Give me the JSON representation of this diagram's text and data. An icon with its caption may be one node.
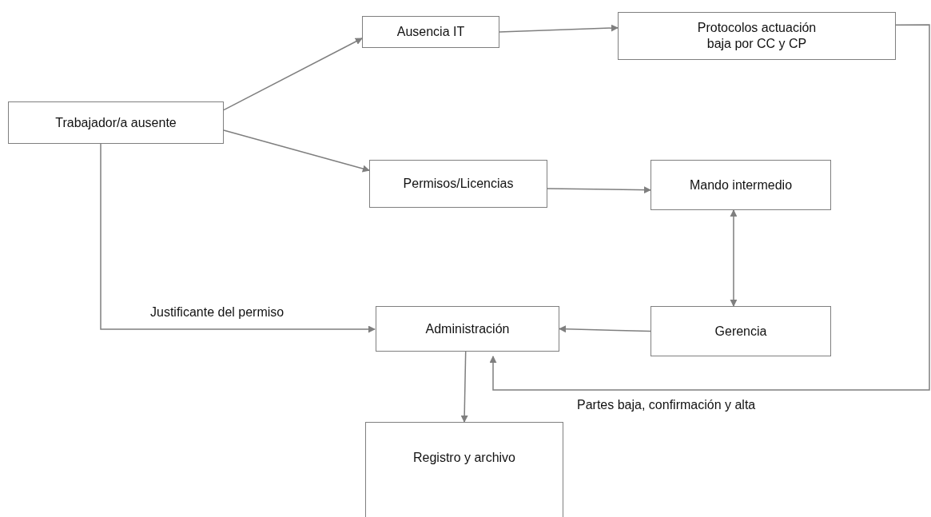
{
  "diagram": {
    "nodes": [
      {
        "text": [
          "Trabajador/a ausente"
        ]
      },
      {
        "text": [
          "Ausencia IT"
        ]
      },
      {
        "text": [
          "Protocolos actuación baja por CC y CP"
        ]
      },
      {
        "text": [
          "Permisos/Licencias"
        ]
      },
      {
        "text": [
          "Mando intermedio"
        ]
      },
      {
        "text": [
          "Administración"
        ]
      },
      {
        "text": [
          "Gerencia"
        ]
      },
      {
        "text": [
          "Registro y archivo"
        ]
      }
    ],
    "edges": [
      {
        "from": 0,
        "to": 1,
        "arrow": "to"
      },
      {
        "from": 0,
        "to": 3,
        "arrow": "to"
      },
      {
        "from": 0,
        "to": 5,
        "arrow": "to",
        "label": "Justificante del permiso"
      },
      {
        "from": 1,
        "to": 2,
        "arrow": "to"
      },
      {
        "from": 3,
        "to": 4,
        "arrow": "to"
      },
      {
        "from": 4,
        "to": 6,
        "arrow": "both"
      },
      {
        "from": 6,
        "to": 5,
        "arrow": "to"
      },
      {
        "from": 2,
        "to": 5,
        "arrow": "to",
        "label": "Partes baja, confirmación y alta"
      },
      {
        "from": 5,
        "to": 7,
        "arrow": "to"
      }
    ]
  }
}
